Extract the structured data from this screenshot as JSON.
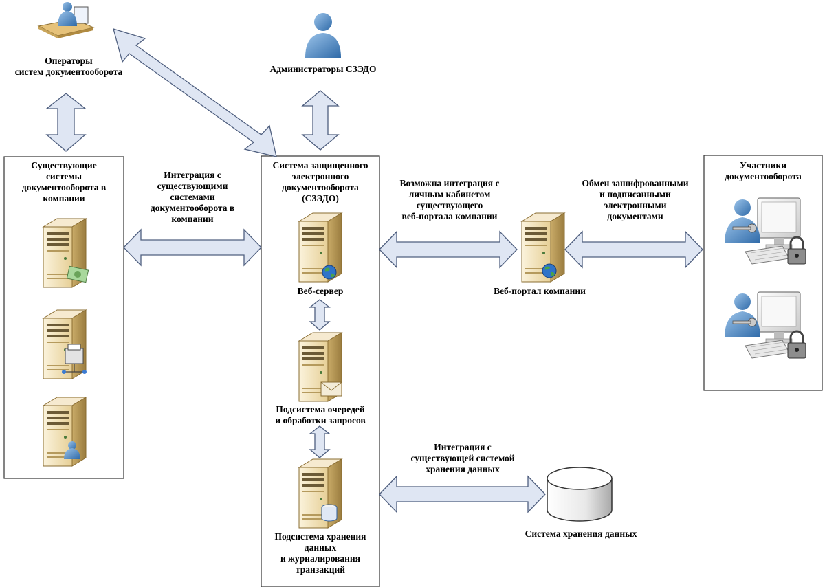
{
  "nodes": {
    "operators": "Операторы\nсистем документооборота",
    "admins": "Администраторы СЗЭДО",
    "existing_systems": "Существующие\nсистемы\nдокументооборота в\nкомпании",
    "szedo": "Система защищенного\nэлектронного\nдокументооборота\n(СЗЭДО)",
    "web_server": "Веб-сервер",
    "queue_subsystem": "Подсистема очередей\nи обработки запросов",
    "storage_subsystem": "Подсистема хранения\nданных\nи журналирования\nтранзакций",
    "web_portal": "Веб-портал компании",
    "participants": "Участники\nдокументооборота",
    "data_storage": "Система хранения данных"
  },
  "edges": {
    "integration_existing": "Интеграция с\nсуществующими\nсистемами\nдокументооборота в\nкомпании",
    "integration_portal": "Возможна интеграция с\nличным кабинетом\nсуществующего\nвеб-портала компании",
    "encrypted_exchange": "Обмен зашифрованными\nи подписанными\nэлектронными\nдокументами",
    "integration_storage": "Интеграция с\nсуществующей системой\nхранения данных"
  },
  "colors": {
    "arrow_fill": "#dfe6f3",
    "arrow_stroke": "#4f5f7f",
    "server_light": "#f2e4c0",
    "server_dark": "#b89a58",
    "person_blue": "#5b8fc8",
    "frame": "#333333"
  }
}
